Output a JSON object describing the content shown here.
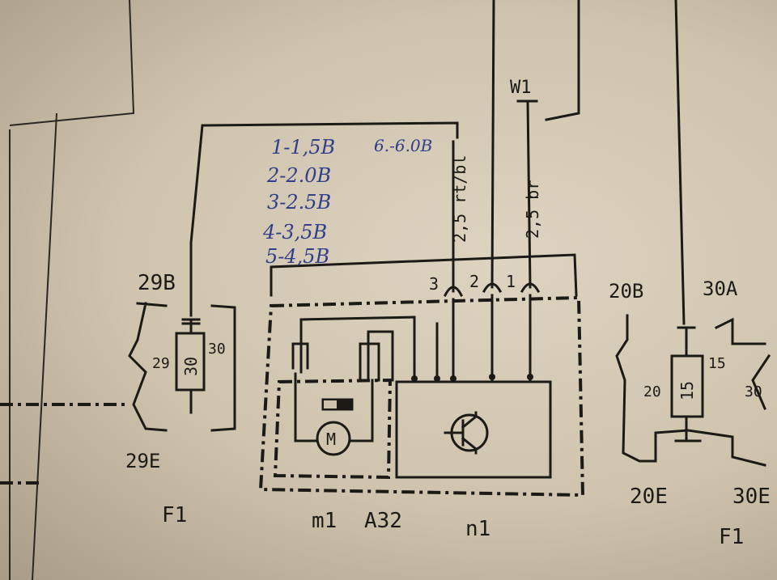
{
  "notes": {
    "lines": [
      "1-1,5B",
      "2-2.0B",
      "3-2.5B",
      "4-3,5B",
      "5-4,5B"
    ],
    "extra": "6.-6.0B"
  },
  "wires": {
    "left": "2,5 rt/bl",
    "right": "2,5 br"
  },
  "pins": [
    "3",
    "2",
    "1"
  ],
  "connector": "W1",
  "left_fuse": {
    "top": "29B",
    "bottom": "29E",
    "left_pin": "29",
    "right_pin": "30",
    "value": "30",
    "group": "F1"
  },
  "right_fuse": {
    "top_left": "20B",
    "top_right": "30A",
    "left_pin": "20",
    "top_pin": "15",
    "right_pin": "30",
    "value": "15",
    "bottom_left": "20E",
    "bottom_right": "30E",
    "group": "F1"
  },
  "components": {
    "motor_symbol": "M",
    "motor": "m1",
    "module": "A32",
    "amplifier": "n1"
  }
}
